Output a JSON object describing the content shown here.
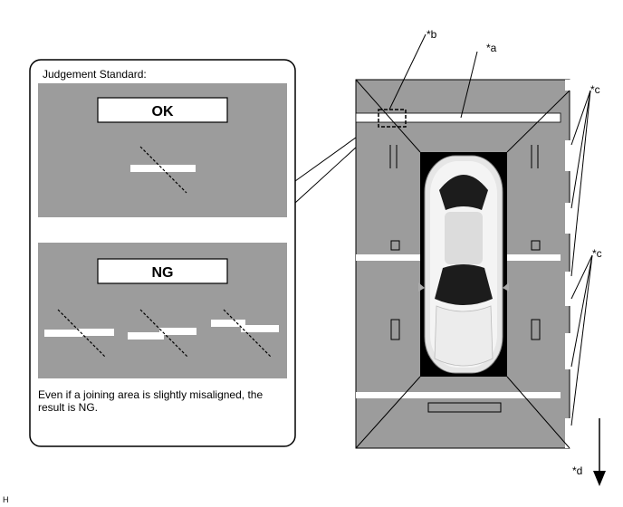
{
  "judgement": {
    "title": "Judgement Standard:",
    "ok_label": "OK",
    "ng_label": "NG",
    "note_line1": "Even if a joining area is slightly misaligned, the",
    "note_line2": "result is NG."
  },
  "callouts": {
    "a": "*a",
    "b": "*b",
    "c_top": "*c",
    "c_bottom": "*c",
    "d": "*d"
  },
  "figure_code": "H",
  "colors": {
    "pavement": "#9c9c9c",
    "line": "#ffffff",
    "stroke": "#000000",
    "car_bay": "#000000"
  }
}
